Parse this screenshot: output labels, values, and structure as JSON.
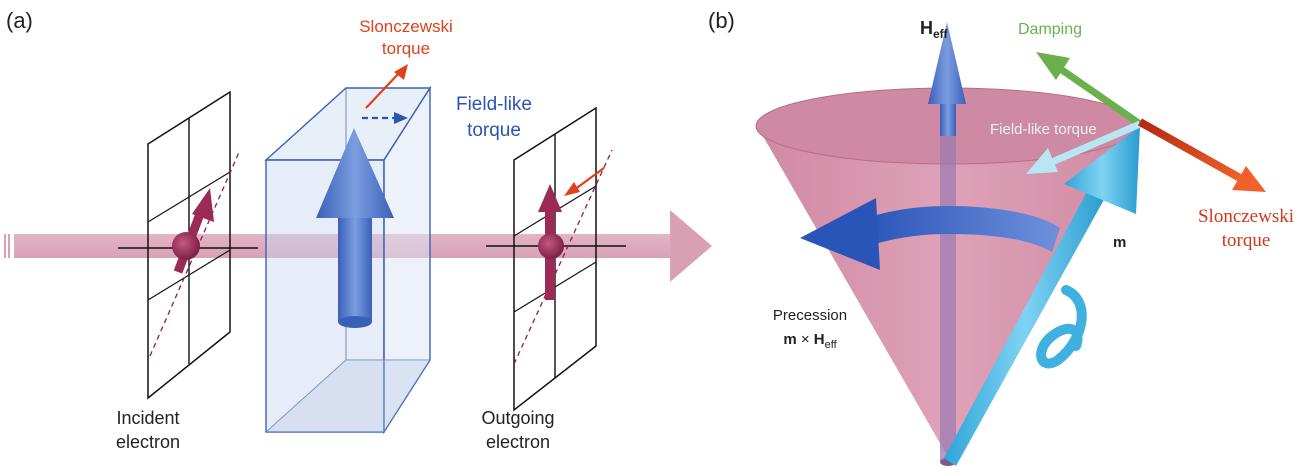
{
  "panel_a": {
    "label": "(a)",
    "slonczewski": [
      "Slonczewski",
      "torque"
    ],
    "field_like": [
      "Field-like",
      "torque"
    ],
    "incident": [
      "Incident",
      "electron"
    ],
    "outgoing": [
      "Outgoing",
      "electron"
    ]
  },
  "panel_b": {
    "label": "(b)",
    "h_eff_main": "H",
    "h_eff_sub": "eff",
    "damping": "Damping",
    "field_like": "Field-like torque",
    "slonczewski": [
      "Slonczewski",
      "torque"
    ],
    "m": "m",
    "precession_line1": "Precession",
    "precession_m": "m",
    "precession_times": " × ",
    "precession_h": "H",
    "precession_sub": "eff"
  },
  "colors": {
    "beam": "#d9a0b4",
    "electron": "#9b2a56",
    "magnet_blue": "#4a72c4",
    "cone": "#c97a96",
    "m_arrow": "#3fb0e0",
    "slonczewski": "#e0401a",
    "field_like_a": "#2a55b0",
    "damping": "#6ab04c",
    "field_like_b": "#b8e6f2"
  }
}
